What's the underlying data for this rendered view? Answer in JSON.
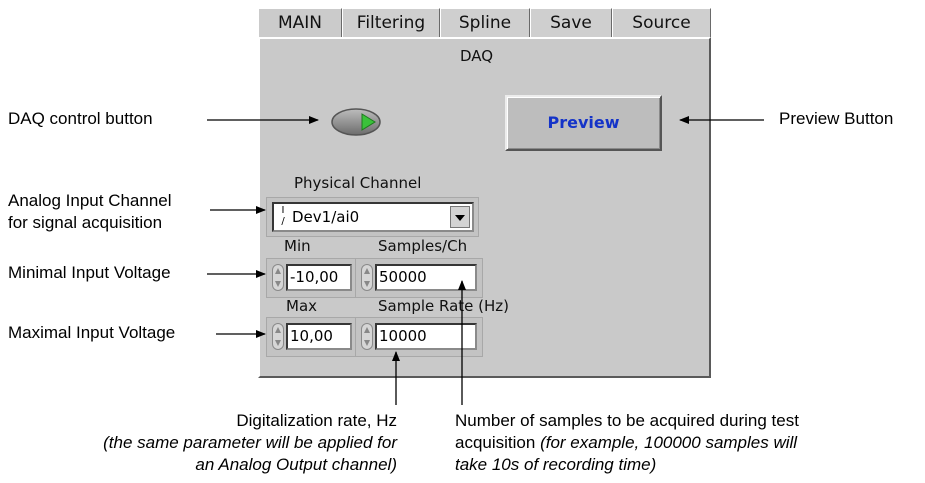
{
  "tabs": [
    {
      "label": "MAIN"
    },
    {
      "label": "Filtering"
    },
    {
      "label": "Spline"
    },
    {
      "label": "Save"
    },
    {
      "label": "Source"
    }
  ],
  "panel": {
    "title": "DAQ",
    "preview_label": "Preview",
    "physical_channel": {
      "label": "Physical Channel",
      "value": "Dev1/ai0",
      "io_icon_text": "I/O"
    },
    "min": {
      "label": "Min",
      "value": "-10,00"
    },
    "max": {
      "label": "Max",
      "value": "10,00"
    },
    "samples_per_ch": {
      "label": "Samples/Ch",
      "value": "50000"
    },
    "sample_rate": {
      "label": "Sample Rate (Hz)",
      "value": "10000"
    },
    "daq_led_color": "#3ac23a"
  },
  "annotations": {
    "daq_control": "DAQ control button",
    "preview": "Preview Button",
    "analog_channel_line1": "Analog Input Channel",
    "analog_channel_line2": "for signal acquisition",
    "min_voltage": "Minimal Input Voltage",
    "max_voltage": "Maximal Input Voltage",
    "digitalization_line1": "Digitalization rate, Hz",
    "digitalization_line2": "(the same parameter will be applied for",
    "digitalization_line3": "an Analog Output channel)",
    "samples_line1": "Number of samples to be acquired during test",
    "samples_line2_plain": "acquisition ",
    "samples_line2_em": "(for example, 100000 samples will",
    "samples_line3": "take 10s of recording time)"
  }
}
